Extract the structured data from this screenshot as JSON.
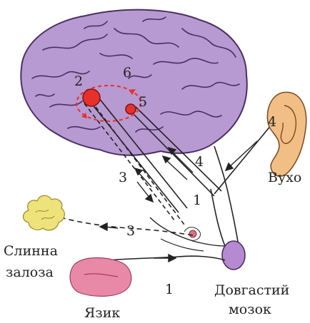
{
  "labels": {
    "ear": "Вухо",
    "gland_line1": "Слинна",
    "gland_line2": "залоза",
    "tongue": "Язик",
    "medulla_line1": "Довгастий",
    "medulla_line2": "мозок"
  },
  "numbers": {
    "n2": "2",
    "n6": "6",
    "n5": "5",
    "n4_ear": "4",
    "n4_path": "4",
    "n3_path": "3",
    "n1_path": "1",
    "n3_gland": "3",
    "n1_tongue": "1"
  },
  "colors": {
    "brain_fill": "#b79ad1",
    "brain_stroke": "#4a2f63",
    "center_red": "#e8302a",
    "ear_fill": "#f1bf86",
    "gland_fill": "#eee27a",
    "tongue_fill": "#e889a8",
    "medulla_fill": "#b58ad0"
  }
}
